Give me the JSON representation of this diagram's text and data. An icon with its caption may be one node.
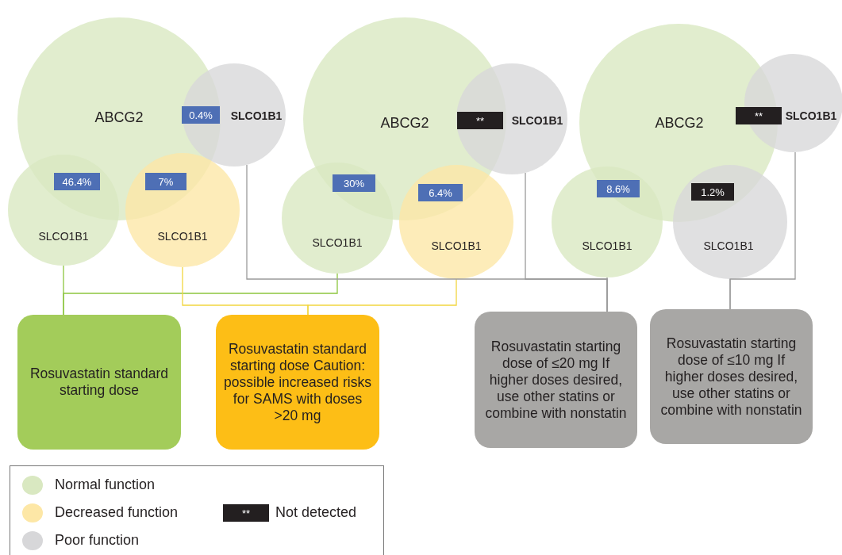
{
  "diagram": {
    "nodes": [
      {
        "text": [
          "ABCG2"
        ]
      },
      {
        "text": [
          "SLCO1B1"
        ]
      },
      {
        "text": [
          "0.4%"
        ]
      },
      {
        "text": [
          "46.4%"
        ]
      },
      {
        "text": [
          "7%"
        ]
      },
      {
        "text": [
          "SLCO1B1"
        ]
      },
      {
        "text": [
          "SLCO1B1"
        ]
      },
      {
        "text": [
          "ABCG2"
        ]
      },
      {
        "text": [
          "**"
        ]
      },
      {
        "text": [
          "SLCO1B1"
        ]
      },
      {
        "text": [
          "30%"
        ]
      },
      {
        "text": [
          "6.4%"
        ]
      },
      {
        "text": [
          "SLCO1B1"
        ]
      },
      {
        "text": [
          "SLCO1B1"
        ]
      },
      {
        "text": [
          "ABCG2"
        ]
      },
      {
        "text": [
          "**"
        ]
      },
      {
        "text": [
          "SLCO1B1"
        ]
      },
      {
        "text": [
          "8.6%"
        ]
      },
      {
        "text": [
          "1.2%"
        ]
      },
      {
        "text": [
          "SLCO1B1"
        ]
      },
      {
        "text": [
          "SLCO1B1"
        ]
      },
      {
        "text": [
          "Rosuvastatin standard starting dose"
        ]
      },
      {
        "text": [
          "Rosuvastatin standard starting dose Caution: possible increased risks for SAMS with doses >20 mg"
        ]
      },
      {
        "text": [
          "Rosuvastatin starting dose of ≤20 mg If higher doses desired, use other statins or combine with nonstatin"
        ]
      },
      {
        "text": [
          "Rosuvastatin starting dose of ≤10 mg If higher doses desired, use other statins or combine with nonstatin"
        ]
      }
    ],
    "edges": [
      {
        "from": 5,
        "to": 21,
        "arrow": "none",
        "color": "#8dc63f"
      },
      {
        "from": 12,
        "to": 21,
        "arrow": "none",
        "color": "#8dc63f"
      },
      {
        "from": 6,
        "to": 22,
        "arrow": "none",
        "color": "#f2d640"
      },
      {
        "from": 13,
        "to": 22,
        "arrow": "none",
        "color": "#f2d640"
      },
      {
        "from": 1,
        "to": 23,
        "arrow": "none"
      },
      {
        "from": 9,
        "to": 23,
        "arrow": "none"
      },
      {
        "from": 19,
        "to": 23,
        "arrow": "none"
      },
      {
        "from": 20,
        "to": 24,
        "arrow": "none"
      },
      {
        "from": 16,
        "to": 24,
        "arrow": "none"
      }
    ],
    "labels": [
      "**"
    ],
    "legend": [
      {
        "text": "Normal function",
        "color": "#d9e8c1"
      },
      {
        "text": "Decreased function",
        "color": "#fde7a6"
      },
      {
        "text": "Poor function",
        "color": "#d7d7d9"
      },
      {
        "text": "Not detected",
        "color": "#231f20"
      }
    ]
  }
}
